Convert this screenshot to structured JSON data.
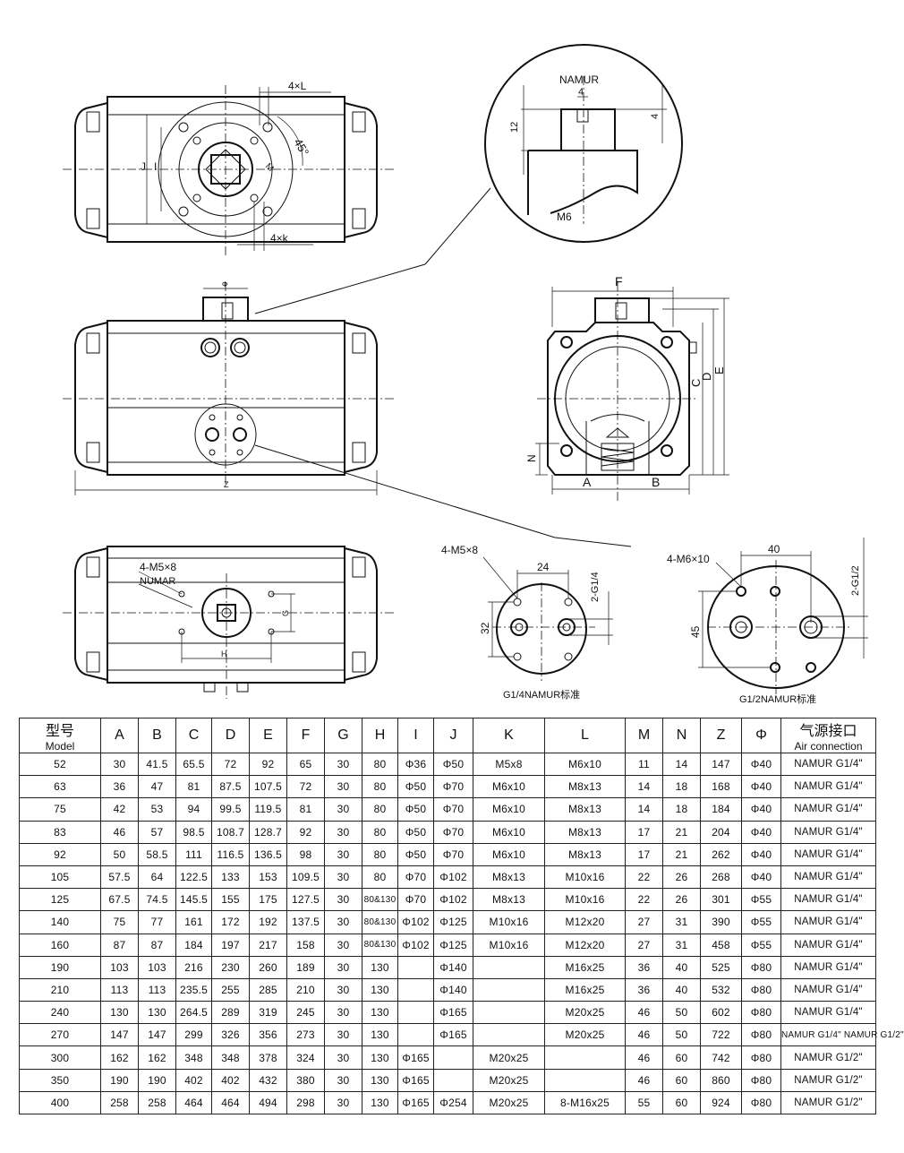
{
  "drawing": {
    "detail": {
      "label_namur": "NAMUR",
      "dim_4a": "4",
      "dim_4b": "4",
      "dim_12": "12",
      "thread": "M6"
    },
    "top_view": {
      "dim_4L": "4×L",
      "dim_4k": "4×k",
      "angle": "45°",
      "dim_j": "J",
      "dim_i": "I",
      "dim_m": "M"
    },
    "front_view": {
      "dim_phi": "Φ",
      "dim_z": "Z"
    },
    "side_view": {
      "dim_f": "F",
      "dim_c": "C",
      "dim_d": "D",
      "dim_e": "E",
      "dim_n": "N",
      "dim_a": "A",
      "dim_b": "B"
    },
    "bottom_view": {
      "bolt_label": "4-M5×8",
      "namur_label": "NUMAR",
      "dim_g": "G",
      "dim_h": "H"
    },
    "port_small": {
      "bolt_label": "4-M5×8",
      "dim_24": "24",
      "dim_32": "32",
      "port_label": "2-G1/4",
      "caption": "G1/4NAMUR标准"
    },
    "port_large": {
      "bolt_label": "4-M6×10",
      "dim_40": "40",
      "dim_45": "45",
      "port_label": "2-G1/2",
      "caption": "G1/2NAMUR标准"
    }
  },
  "table": {
    "headers": [
      {
        "top": "型号",
        "sub": "Model"
      },
      {
        "top": "A",
        "sub": ""
      },
      {
        "top": "B",
        "sub": ""
      },
      {
        "top": "C",
        "sub": ""
      },
      {
        "top": "D",
        "sub": ""
      },
      {
        "top": "E",
        "sub": ""
      },
      {
        "top": "F",
        "sub": ""
      },
      {
        "top": "G",
        "sub": ""
      },
      {
        "top": "H",
        "sub": ""
      },
      {
        "top": "I",
        "sub": ""
      },
      {
        "top": "J",
        "sub": ""
      },
      {
        "top": "K",
        "sub": ""
      },
      {
        "top": "L",
        "sub": ""
      },
      {
        "top": "M",
        "sub": ""
      },
      {
        "top": "N",
        "sub": ""
      },
      {
        "top": "Z",
        "sub": ""
      },
      {
        "top": "Φ",
        "sub": ""
      },
      {
        "top": "气源接口",
        "sub": "Air connection"
      }
    ],
    "rows": [
      [
        "52",
        "30",
        "41.5",
        "65.5",
        "72",
        "92",
        "65",
        "30",
        "80",
        "Φ36",
        "Φ50",
        "M5x8",
        "M6x10",
        "11",
        "14",
        "147",
        "Φ40",
        "NAMUR G1/4\""
      ],
      [
        "63",
        "36",
        "47",
        "81",
        "87.5",
        "107.5",
        "72",
        "30",
        "80",
        "Φ50",
        "Φ70",
        "M6x10",
        "M8x13",
        "14",
        "18",
        "168",
        "Φ40",
        "NAMUR G1/4\""
      ],
      [
        "75",
        "42",
        "53",
        "94",
        "99.5",
        "119.5",
        "81",
        "30",
        "80",
        "Φ50",
        "Φ70",
        "M6x10",
        "M8x13",
        "14",
        "18",
        "184",
        "Φ40",
        "NAMUR G1/4\""
      ],
      [
        "83",
        "46",
        "57",
        "98.5",
        "108.7",
        "128.7",
        "92",
        "30",
        "80",
        "Φ50",
        "Φ70",
        "M6x10",
        "M8x13",
        "17",
        "21",
        "204",
        "Φ40",
        "NAMUR G1/4\""
      ],
      [
        "92",
        "50",
        "58.5",
        "111",
        "116.5",
        "136.5",
        "98",
        "30",
        "80",
        "Φ50",
        "Φ70",
        "M6x10",
        "M8x13",
        "17",
        "21",
        "262",
        "Φ40",
        "NAMUR G1/4\""
      ],
      [
        "105",
        "57.5",
        "64",
        "122.5",
        "133",
        "153",
        "109.5",
        "30",
        "80",
        "Φ70",
        "Φ102",
        "M8x13",
        "M10x16",
        "22",
        "26",
        "268",
        "Φ40",
        "NAMUR G1/4\""
      ],
      [
        "125",
        "67.5",
        "74.5",
        "145.5",
        "155",
        "175",
        "127.5",
        "30",
        "80&130",
        "Φ70",
        "Φ102",
        "M8x13",
        "M10x16",
        "22",
        "26",
        "301",
        "Φ55",
        "NAMUR G1/4\""
      ],
      [
        "140",
        "75",
        "77",
        "161",
        "172",
        "192",
        "137.5",
        "30",
        "80&130",
        "Φ102",
        "Φ125",
        "M10x16",
        "M12x20",
        "27",
        "31",
        "390",
        "Φ55",
        "NAMUR G1/4\""
      ],
      [
        "160",
        "87",
        "87",
        "184",
        "197",
        "217",
        "158",
        "30",
        "80&130",
        "Φ102",
        "Φ125",
        "M10x16",
        "M12x20",
        "27",
        "31",
        "458",
        "Φ55",
        "NAMUR G1/4\""
      ],
      [
        "190",
        "103",
        "103",
        "216",
        "230",
        "260",
        "189",
        "30",
        "130",
        "",
        "Φ140",
        "",
        "M16x25",
        "36",
        "40",
        "525",
        "Φ80",
        "NAMUR G1/4\""
      ],
      [
        "210",
        "113",
        "113",
        "235.5",
        "255",
        "285",
        "210",
        "30",
        "130",
        "",
        "Φ140",
        "",
        "M16x25",
        "36",
        "40",
        "532",
        "Φ80",
        "NAMUR G1/4\""
      ],
      [
        "240",
        "130",
        "130",
        "264.5",
        "289",
        "319",
        "245",
        "30",
        "130",
        "",
        "Φ165",
        "",
        "M20x25",
        "46",
        "50",
        "602",
        "Φ80",
        "NAMUR G1/4\""
      ],
      [
        "270",
        "147",
        "147",
        "299",
        "326",
        "356",
        "273",
        "30",
        "130",
        "",
        "Φ165",
        "",
        "M20x25",
        "46",
        "50",
        "722",
        "Φ80",
        "NAMUR G1/4\" NAMUR G1/2\""
      ],
      [
        "300",
        "162",
        "162",
        "348",
        "348",
        "378",
        "324",
        "30",
        "130",
        "Φ165",
        "",
        "M20x25",
        "",
        "46",
        "60",
        "742",
        "Φ80",
        "NAMUR G1/2\""
      ],
      [
        "350",
        "190",
        "190",
        "402",
        "402",
        "432",
        "380",
        "30",
        "130",
        "Φ165",
        "",
        "M20x25",
        "",
        "46",
        "60",
        "860",
        "Φ80",
        "NAMUR G1/2\""
      ],
      [
        "400",
        "258",
        "258",
        "464",
        "464",
        "494",
        "298",
        "30",
        "130",
        "Φ165",
        "Φ254",
        "M20x25",
        "8-M16x25",
        "55",
        "60",
        "924",
        "Φ80",
        "NAMUR G1/2\""
      ]
    ]
  }
}
